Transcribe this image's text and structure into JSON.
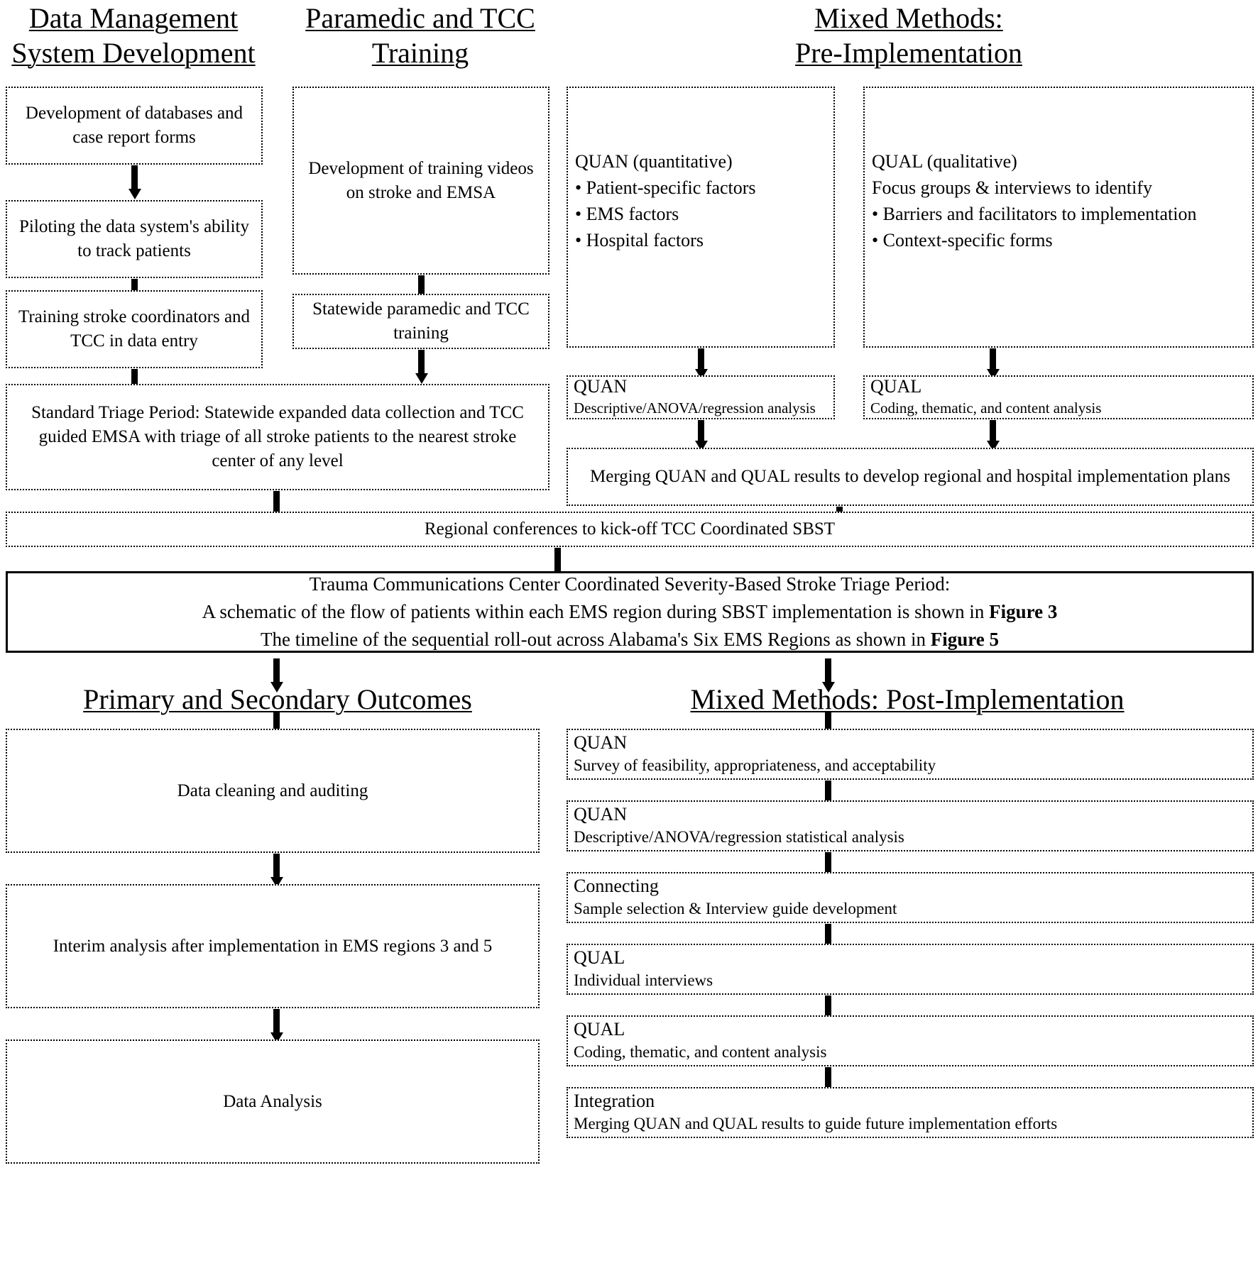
{
  "headers": {
    "col1_line1": "Data Management",
    "col1_line2": "System Development",
    "col2_line1": "Paramedic and TCC",
    "col2_line2": "Training",
    "col3_line1": "Mixed Methods:",
    "col3_line2": "Pre-Implementation",
    "outcomes": "Primary and Secondary Outcomes",
    "post_impl": "Mixed Methods: Post-Implementation"
  },
  "data_management": {
    "box1": "Development of databases and case report forms",
    "box2": "Piloting the data system's ability to track patients",
    "box3": "Training stroke coordinators and TCC in data entry"
  },
  "paramedic_training": {
    "box1": "Development of training videos on stroke and EMSA",
    "box2": "Statewide paramedic and TCC training"
  },
  "standard_triage": {
    "text": "Standard Triage Period: Statewide expanded data collection and TCC guided EMSA with triage of all stroke patients to the nearest stroke center of any level"
  },
  "pre_implementation": {
    "quan_box": {
      "title": "QUAN (quantitative)",
      "items": [
        "• Patient-specific factors",
        "• EMS factors",
        "• Hospital factors"
      ]
    },
    "qual_box": {
      "title": "QUAL (qualitative)",
      "items": [
        "Focus groups & interviews to identify",
        "• Barriers and facilitators to implementation",
        "• Context-specific forms"
      ]
    },
    "quan_analysis": {
      "tag": "QUAN",
      "sub": "Descriptive/ANOVA/regression analysis"
    },
    "qual_analysis": {
      "tag": "QUAL",
      "sub": "Coding, thematic, and content analysis"
    },
    "merging": "Merging QUAN and QUAL results to develop regional and hospital implementation plans"
  },
  "regional_conferences": "Regional conferences to kick-off TCC Coordinated SBST",
  "central_box": {
    "line1": "Trauma Communications Center Coordinated Severity-Based Stroke Triage Period:",
    "line2_pre": "A schematic of the flow of patients within each EMS region during SBST implementation is shown in ",
    "line2_bold": "Figure 3",
    "line3_pre": "The timeline of the sequential roll-out across Alabama's Six EMS Regions as shown in ",
    "line3_bold": "Figure 5"
  },
  "outcomes": {
    "box1": "Data cleaning and auditing",
    "box2": "Interim analysis after implementation in EMS regions 3 and 5",
    "box3": "Data Analysis"
  },
  "post_implementation": {
    "steps": [
      {
        "tag": "QUAN",
        "sub": "Survey of feasibility, appropriateness, and acceptability"
      },
      {
        "tag": "QUAN",
        "sub": "Descriptive/ANOVA/regression statistical analysis"
      },
      {
        "tag": "Connecting",
        "sub": "Sample selection & Interview guide development"
      },
      {
        "tag": "QUAL",
        "sub": "Individual interviews"
      },
      {
        "tag": "QUAL",
        "sub": "Coding, thematic, and content analysis"
      },
      {
        "tag": "Integration",
        "sub": "Merging QUAN and QUAL results to guide future implementation efforts"
      }
    ]
  },
  "colors": {
    "ink": "#000000",
    "paper": "#ffffff"
  }
}
